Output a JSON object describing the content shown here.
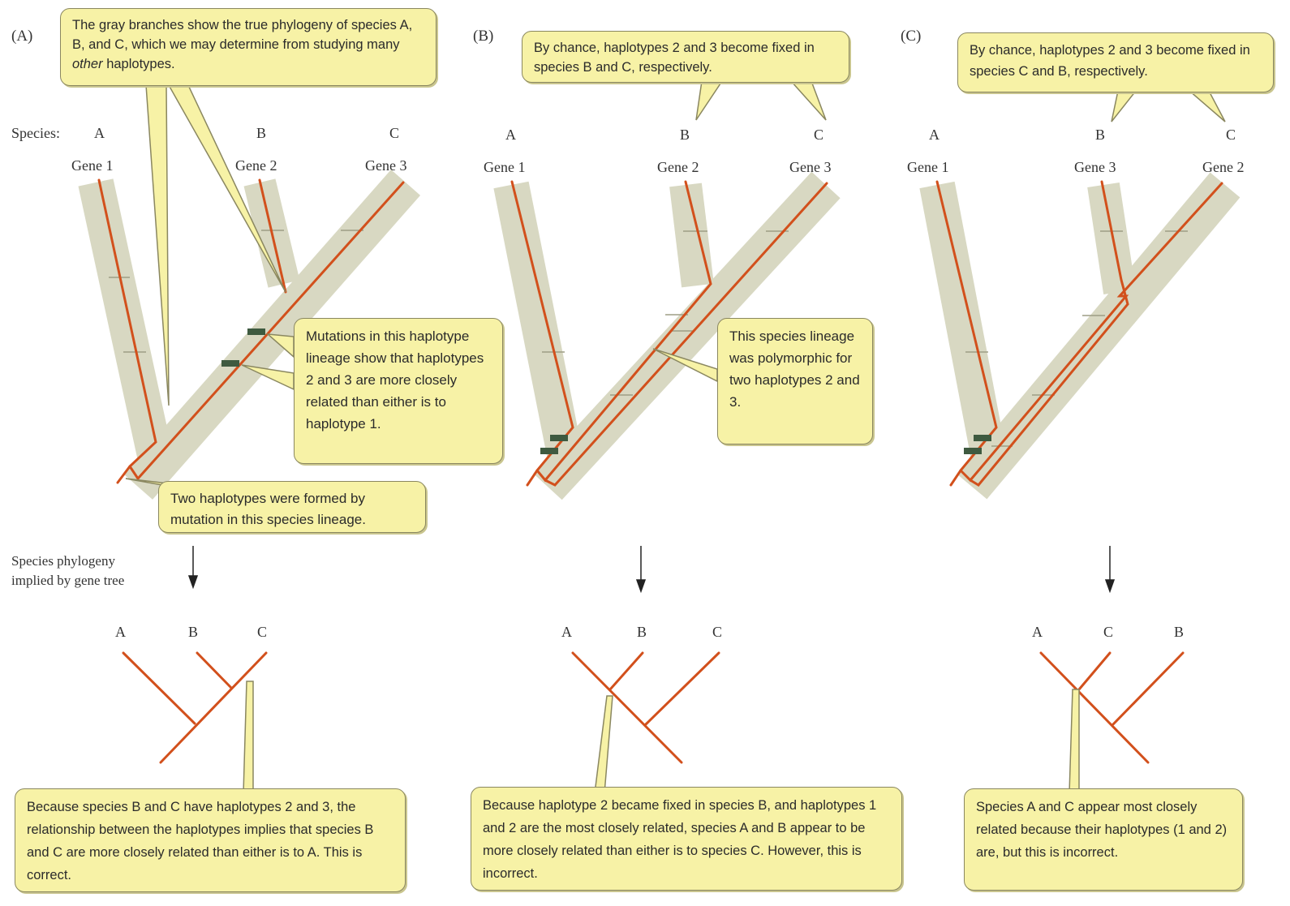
{
  "panels": [
    {
      "letter": "(A)",
      "species_prefix": "Species:",
      "species": [
        "A",
        "B",
        "C"
      ],
      "genes": [
        "Gene 1",
        "Gene 2",
        "Gene 3"
      ],
      "top_note_pre": "The gray branches show the true phylogeny of species A, B, and C, which we may determine from studying many ",
      "top_note_em": "other",
      "top_note_post": " haplotypes.",
      "mutation_note": "Mutations in this haplotype lineage show that haplotypes 2 and 3 are more closely related than either is to haplotype 1.",
      "origin_note": "Two haplotypes were formed by mutation in this species lineage.",
      "implied_label": "Species phylogeny implied by gene tree",
      "tree_labels": [
        "A",
        "B",
        "C"
      ],
      "bottom_note": "Because species B and C have haplotypes 2 and 3, the relationship between the haplotypes implies that species B and C are more closely related than either is to A. This is correct."
    },
    {
      "letter": "(B)",
      "species": [
        "A",
        "B",
        "C"
      ],
      "genes": [
        "Gene 1",
        "Gene 2",
        "Gene 3"
      ],
      "top_note": "By chance, haplotypes 2 and 3 become fixed in species B and C, respectively.",
      "poly_note": "This species lineage was polymorphic for two haplotypes 2 and 3.",
      "tree_labels": [
        "A",
        "B",
        "C"
      ],
      "bottom_note": "Because haplotype 2 became fixed in species B, and haplotypes 1 and 2 are the most closely related, species A and B appear to be more closely related than either is to species C. However, this is incorrect."
    },
    {
      "letter": "(C)",
      "species": [
        "A",
        "B",
        "C"
      ],
      "genes": [
        "Gene 1",
        "Gene 3",
        "Gene 2"
      ],
      "top_note": "By chance, haplotypes 2 and 3 become fixed in species C and B, respectively.",
      "tree_labels": [
        "A",
        "C",
        "B"
      ],
      "bottom_note": "Species A and C appear most closely related because their haplotypes (1 and 2) are, but this is incorrect."
    }
  ],
  "colors": {
    "species_tree": "#d8d8c2",
    "gene_tree": "#d2501c",
    "mutation_bar": "#3e5a40",
    "callout_fill": "#f7f2a6",
    "callout_border": "#8a8760"
  }
}
